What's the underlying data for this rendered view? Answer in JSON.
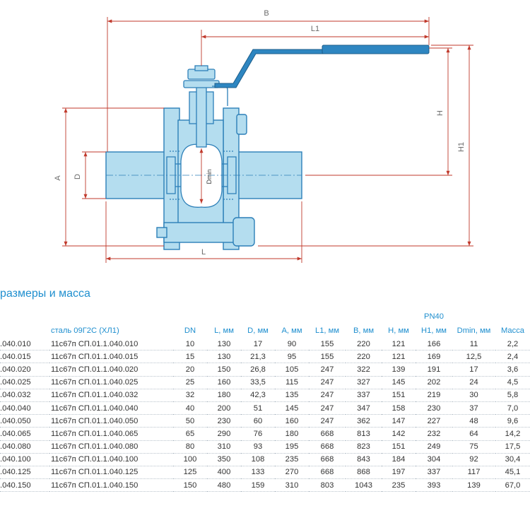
{
  "drawing": {
    "labels": {
      "B": "B",
      "L1": "L1",
      "H": "H",
      "H1": "H1",
      "A": "A",
      "D": "D",
      "Dmin": "Dmin",
      "L": "L"
    },
    "colors": {
      "body": "#b4ddef",
      "outline": "#2c7fb8",
      "handle": "#2e86c1",
      "dimension": "#c0392b"
    }
  },
  "section": {
    "title": "размеры и масса"
  },
  "table": {
    "pressure_header": "PN40",
    "headers": [
      "",
      "сталь 09Г2С (ХЛ1)",
      "DN",
      "L, мм",
      "D, мм",
      "A, мм",
      "L1, мм",
      "B, мм",
      "H, мм",
      "H1, мм",
      "Dmin, мм",
      "Масса"
    ],
    "rows": [
      [
        ".040.010",
        "11с67п СП.01.1.040.010",
        "10",
        "130",
        "17",
        "90",
        "155",
        "220",
        "121",
        "166",
        "11",
        "2,2"
      ],
      [
        ".040.015",
        "11с67п СП.01.1.040.015",
        "15",
        "130",
        "21,3",
        "95",
        "155",
        "220",
        "121",
        "169",
        "12,5",
        "2,4"
      ],
      [
        ".040.020",
        "11с67п СП.01.1.040.020",
        "20",
        "150",
        "26,8",
        "105",
        "247",
        "322",
        "139",
        "191",
        "17",
        "3,6"
      ],
      [
        ".040.025",
        "11с67п СП.01.1.040.025",
        "25",
        "160",
        "33,5",
        "115",
        "247",
        "327",
        "145",
        "202",
        "24",
        "4,5"
      ],
      [
        ".040.032",
        "11с67п СП.01.1.040.032",
        "32",
        "180",
        "42,3",
        "135",
        "247",
        "337",
        "151",
        "219",
        "30",
        "5,8"
      ],
      [
        ".040.040",
        "11с67п СП.01.1.040.040",
        "40",
        "200",
        "51",
        "145",
        "247",
        "347",
        "158",
        "230",
        "37",
        "7,0"
      ],
      [
        ".040.050",
        "11с67п СП.01.1.040.050",
        "50",
        "230",
        "60",
        "160",
        "247",
        "362",
        "147",
        "227",
        "48",
        "9,6"
      ],
      [
        ".040.065",
        "11с67п СП.01.1.040.065",
        "65",
        "290",
        "76",
        "180",
        "668",
        "813",
        "142",
        "232",
        "64",
        "14,2"
      ],
      [
        ".040.080",
        "11с67п СП.01.1.040.080",
        "80",
        "310",
        "93",
        "195",
        "668",
        "823",
        "151",
        "249",
        "75",
        "17,5"
      ],
      [
        ".040.100",
        "11с67п СП.01.1.040.100",
        "100",
        "350",
        "108",
        "235",
        "668",
        "843",
        "184",
        "304",
        "92",
        "30,4"
      ],
      [
        ".040.125",
        "11с67п СП.01.1.040.125",
        "125",
        "400",
        "133",
        "270",
        "668",
        "868",
        "197",
        "337",
        "117",
        "45,1"
      ],
      [
        ".040.150",
        "11с67п СП.01.1.040.150",
        "150",
        "480",
        "159",
        "310",
        "803",
        "1043",
        "235",
        "393",
        "139",
        "67,0"
      ]
    ]
  }
}
